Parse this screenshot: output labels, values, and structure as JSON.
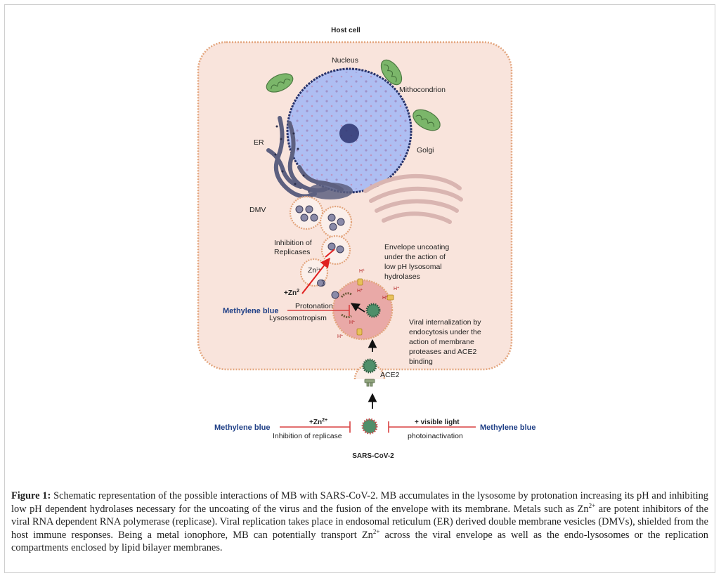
{
  "diagram": {
    "title": "Host cell",
    "bottom_label": "SARS-CoV-2",
    "labels": {
      "nucleus": "Nucleus",
      "mitochondrion": "Mithocondrion",
      "er": "ER",
      "golgi": "Golgi",
      "dmv": "DMV",
      "inhibition_replicases_1": "Inhibition of",
      "inhibition_replicases_2": "Replicases",
      "envelope_1": "Envelope uncoating",
      "envelope_2": "under the action of",
      "envelope_3": "low pH lysosomal",
      "envelope_4": "hydrolases",
      "zn_inner": "+Zn",
      "zn_inner_sup": "2",
      "zn_vesicle": "Zn",
      "zn_vesicle_sup": "2+",
      "methylene_blue_inner": "Methylene blue",
      "protonation": "Protonation",
      "lysosomotropism": "Lysosomotropism",
      "h_plus": "H",
      "h_plus_sup": "+",
      "viral_1": "Viral internalization by",
      "viral_2": "endocytosis under the",
      "viral_3": "action of membrane",
      "viral_4": "proteases and ACE2",
      "viral_5": "binding",
      "ace2": "ACE2",
      "methylene_blue_left": "Methylene blue",
      "zn_bottom": "+Zn",
      "zn_bottom_sup": "2+",
      "inhibition_replicase": "Inhibition of replicase",
      "visible_light": "+ visible light",
      "photoinactivation": "photoinactivation",
      "methylene_blue_right": "Methylene blue"
    }
  },
  "caption": {
    "figure_label": "Figure 1:",
    "s1": " Schematic representation of the possible interactions of MB with SARS-CoV-2. MB accumulates in the lysosome by protonation increasing its pH and inhibiting low pH dependent hydrolases necessary for the uncoating of the virus and the fusion of the envelope with its membrane. Metals such as Zn",
    "sup1": "2+",
    "s2": " are potent inhibitors of the viral RNA dependent RNA polymerase (replicase). Viral replication takes place in endosomal reticulum (ER) derived double membrane vesicles (DMVs), shielded from the host immune responses. Being a metal ionophore, MB can potentially transport Zn",
    "sup2": "2+",
    "s3": " across the viral envelope as well as the endo-lysosomes or the replication compartments enclosed by lipid bilayer membranes."
  },
  "colors": {
    "cell_fill": "#f9e4dc",
    "membrane": "#e3a57d",
    "nucleus": "#aebef2",
    "er": "#5d6080",
    "golgi": "#e6c9c6",
    "mito": "#7bb66a",
    "lysosome": "#e9a9a7",
    "virus": "#4f8f6a",
    "methylene_blue": "#1f3f86",
    "inhibit": "#d94040"
  }
}
